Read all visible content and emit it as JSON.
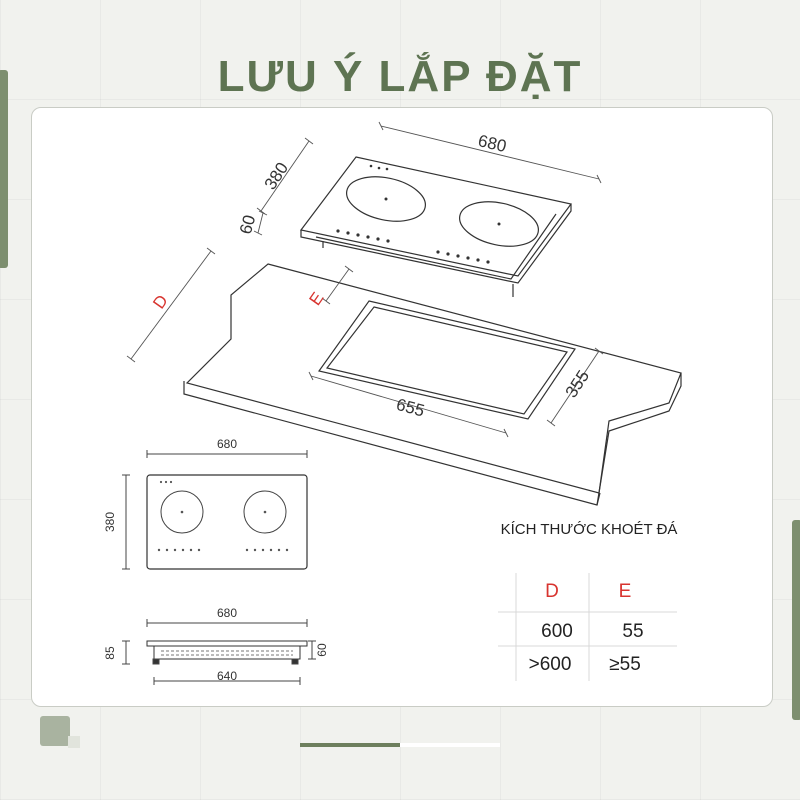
{
  "title": "LƯU Ý LẮP ĐẶT",
  "iso": {
    "width_label": "680",
    "depth_label": "380",
    "height_label": "60",
    "d_label": "D",
    "e_label": "E",
    "cut_width_label": "655",
    "cut_depth_label": "355"
  },
  "top_view": {
    "width_label": "680",
    "depth_label": "380"
  },
  "side_view": {
    "top_width_label": "680",
    "bottom_width_label": "640",
    "left_height_label": "85",
    "right_height_label": "60"
  },
  "table": {
    "title": "KÍCH THƯỚC KHOÉT ĐÁ",
    "headers": [
      "D",
      "E"
    ],
    "rows": [
      [
        "600",
        "55"
      ],
      [
        ">600",
        "≥55"
      ]
    ]
  },
  "pager": {
    "progress": 0.5
  },
  "colors": {
    "accent": "#5e7452",
    "marker": "#d8342f",
    "line": "#333333"
  }
}
